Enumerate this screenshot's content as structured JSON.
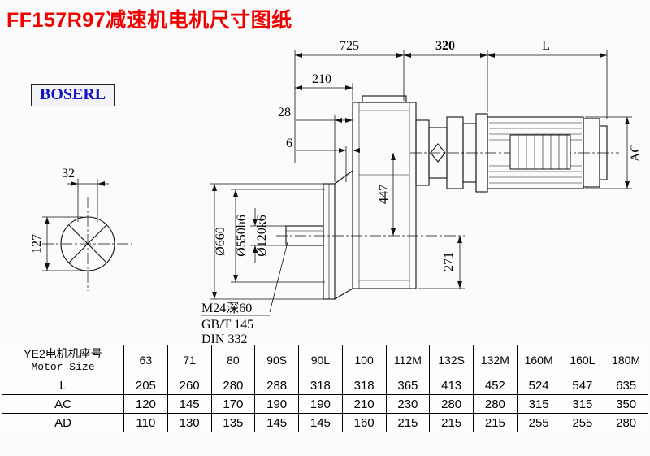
{
  "page": {
    "title": "FF157R97减速机电机尺寸图纸",
    "brand": "BOSERL"
  },
  "drawing": {
    "dims": {
      "d725": "725",
      "d320": "320",
      "dL": "L",
      "d210": "210",
      "d28": "28",
      "d6": "6",
      "dAC": "AC",
      "d32": "32",
      "d127": "127",
      "d660": "Ø660",
      "d550": "Ø550h6",
      "d120": "Ø120k6",
      "d447": "447",
      "d271": "271",
      "note_m24": "M24深60",
      "note_gbt": "GB/T 145",
      "note_din": "DIN 332"
    }
  },
  "table": {
    "header_cn": "YE2电机机座号",
    "header_en": "Motor Size",
    "sizes": [
      "63",
      "71",
      "80",
      "90S",
      "90L",
      "100",
      "112M",
      "132S",
      "132M",
      "160M",
      "160L",
      "180M"
    ],
    "rows": [
      {
        "label": "L",
        "values": [
          "205",
          "260",
          "280",
          "288",
          "318",
          "318",
          "365",
          "413",
          "452",
          "524",
          "547",
          "635"
        ]
      },
      {
        "label": "AC",
        "values": [
          "120",
          "145",
          "170",
          "190",
          "190",
          "210",
          "230",
          "280",
          "280",
          "315",
          "315",
          "350"
        ]
      },
      {
        "label": "AD",
        "values": [
          "110",
          "130",
          "135",
          "145",
          "145",
          "160",
          "215",
          "215",
          "215",
          "255",
          "255",
          "280"
        ]
      }
    ]
  }
}
